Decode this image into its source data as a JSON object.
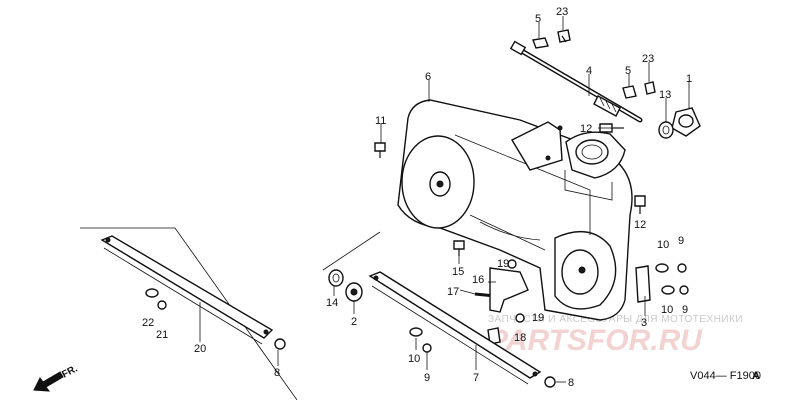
{
  "callouts": {
    "p1": "1",
    "p2": "2",
    "p3": "3",
    "p4": "4",
    "p5a": "5",
    "p5b": "5",
    "p6": "6",
    "p7": "7",
    "p8a": "8",
    "p8b": "8",
    "p9a": "9",
    "p9b": "9",
    "p9c": "9",
    "p10a": "10",
    "p10b": "10",
    "p10c": "10",
    "p11": "11",
    "p12a": "12",
    "p12b": "12",
    "p13": "13",
    "p14": "14",
    "p15": "15",
    "p16": "16",
    "p17": "17",
    "p18": "18",
    "p19a": "19",
    "p19b": "19",
    "p20": "20",
    "p21": "21",
    "p22": "22",
    "p23a": "23",
    "p23b": "23"
  },
  "direction_label": "FR.",
  "diagram_code": "V044— F1900",
  "diagram_code_suffix": "A",
  "watermark": {
    "line1": "ЗАПЧАСТИ И АКСЕССУАРЫ ДЛЯ МОТОТЕХНИКИ",
    "line2": "PARTSFOR.RU"
  }
}
